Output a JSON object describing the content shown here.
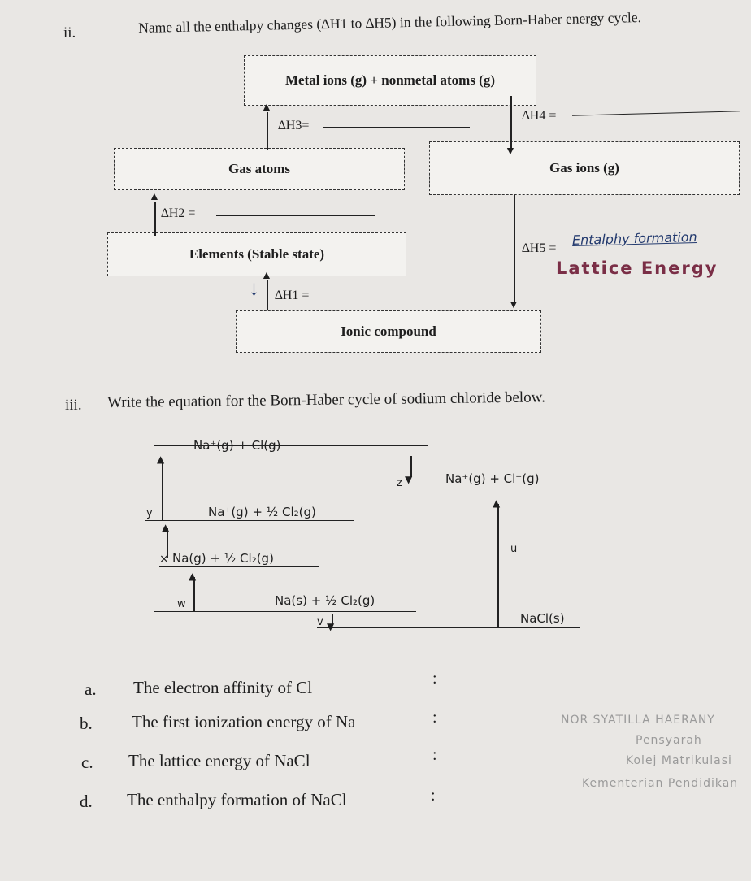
{
  "part_ii": {
    "number": "ii.",
    "question": "Name all the enthalpy changes (∆H1 to ∆H5) in the following Born-Haber energy cycle."
  },
  "diagram": {
    "box_metal_ions": "Metal ions (g) + nonmetal atoms (g)",
    "box_gas_atoms": "Gas atoms",
    "box_gas_ions": "Gas ions (g)",
    "box_elements": "Elements (Stable state)",
    "box_ionic": "Ionic compound",
    "dh1_label": "∆H1 =",
    "dh2_label": "∆H2 =",
    "dh3_label": "∆H3=",
    "dh4_label": "∆H4 =",
    "dh5_label": "∆H5 =",
    "dh5_answer": "Entalphy formation",
    "lattice_note": "Lattice Energy"
  },
  "part_iii": {
    "number": "iii.",
    "question": "Write the equation for the Born-Haber cycle of sodium chloride below."
  },
  "cycle": {
    "top_level": "Na⁺(g) + Cl(g)",
    "ions_level": "Na⁺(g) + Cl⁻(g)",
    "y_level": "Na⁺(g) + ½ Cl₂(g)",
    "x_level": "Na(g) + ½ Cl₂(g)",
    "w_level": "Na(s) + ½ Cl₂(g)",
    "product_level": "NaCl(s)",
    "label_z": "z",
    "label_y": "y",
    "label_x": "×",
    "label_w": "w",
    "label_v": "v",
    "label_u": "u"
  },
  "items": [
    {
      "letter": "a.",
      "text": "The electron affinity of Cl"
    },
    {
      "letter": "b.",
      "text": "The first ionization energy of Na"
    },
    {
      "letter": "c.",
      "text": "The lattice energy of NaCl"
    },
    {
      "letter": "d.",
      "text": "The enthalpy formation of NaCl"
    }
  ],
  "colon": ":",
  "stamp": {
    "line1": "NOR SYATILLA HAERANY",
    "line2": "Pensyarah",
    "line3": "Kolej Matrikulasi",
    "line4": "Kementerian Pendidikan"
  }
}
